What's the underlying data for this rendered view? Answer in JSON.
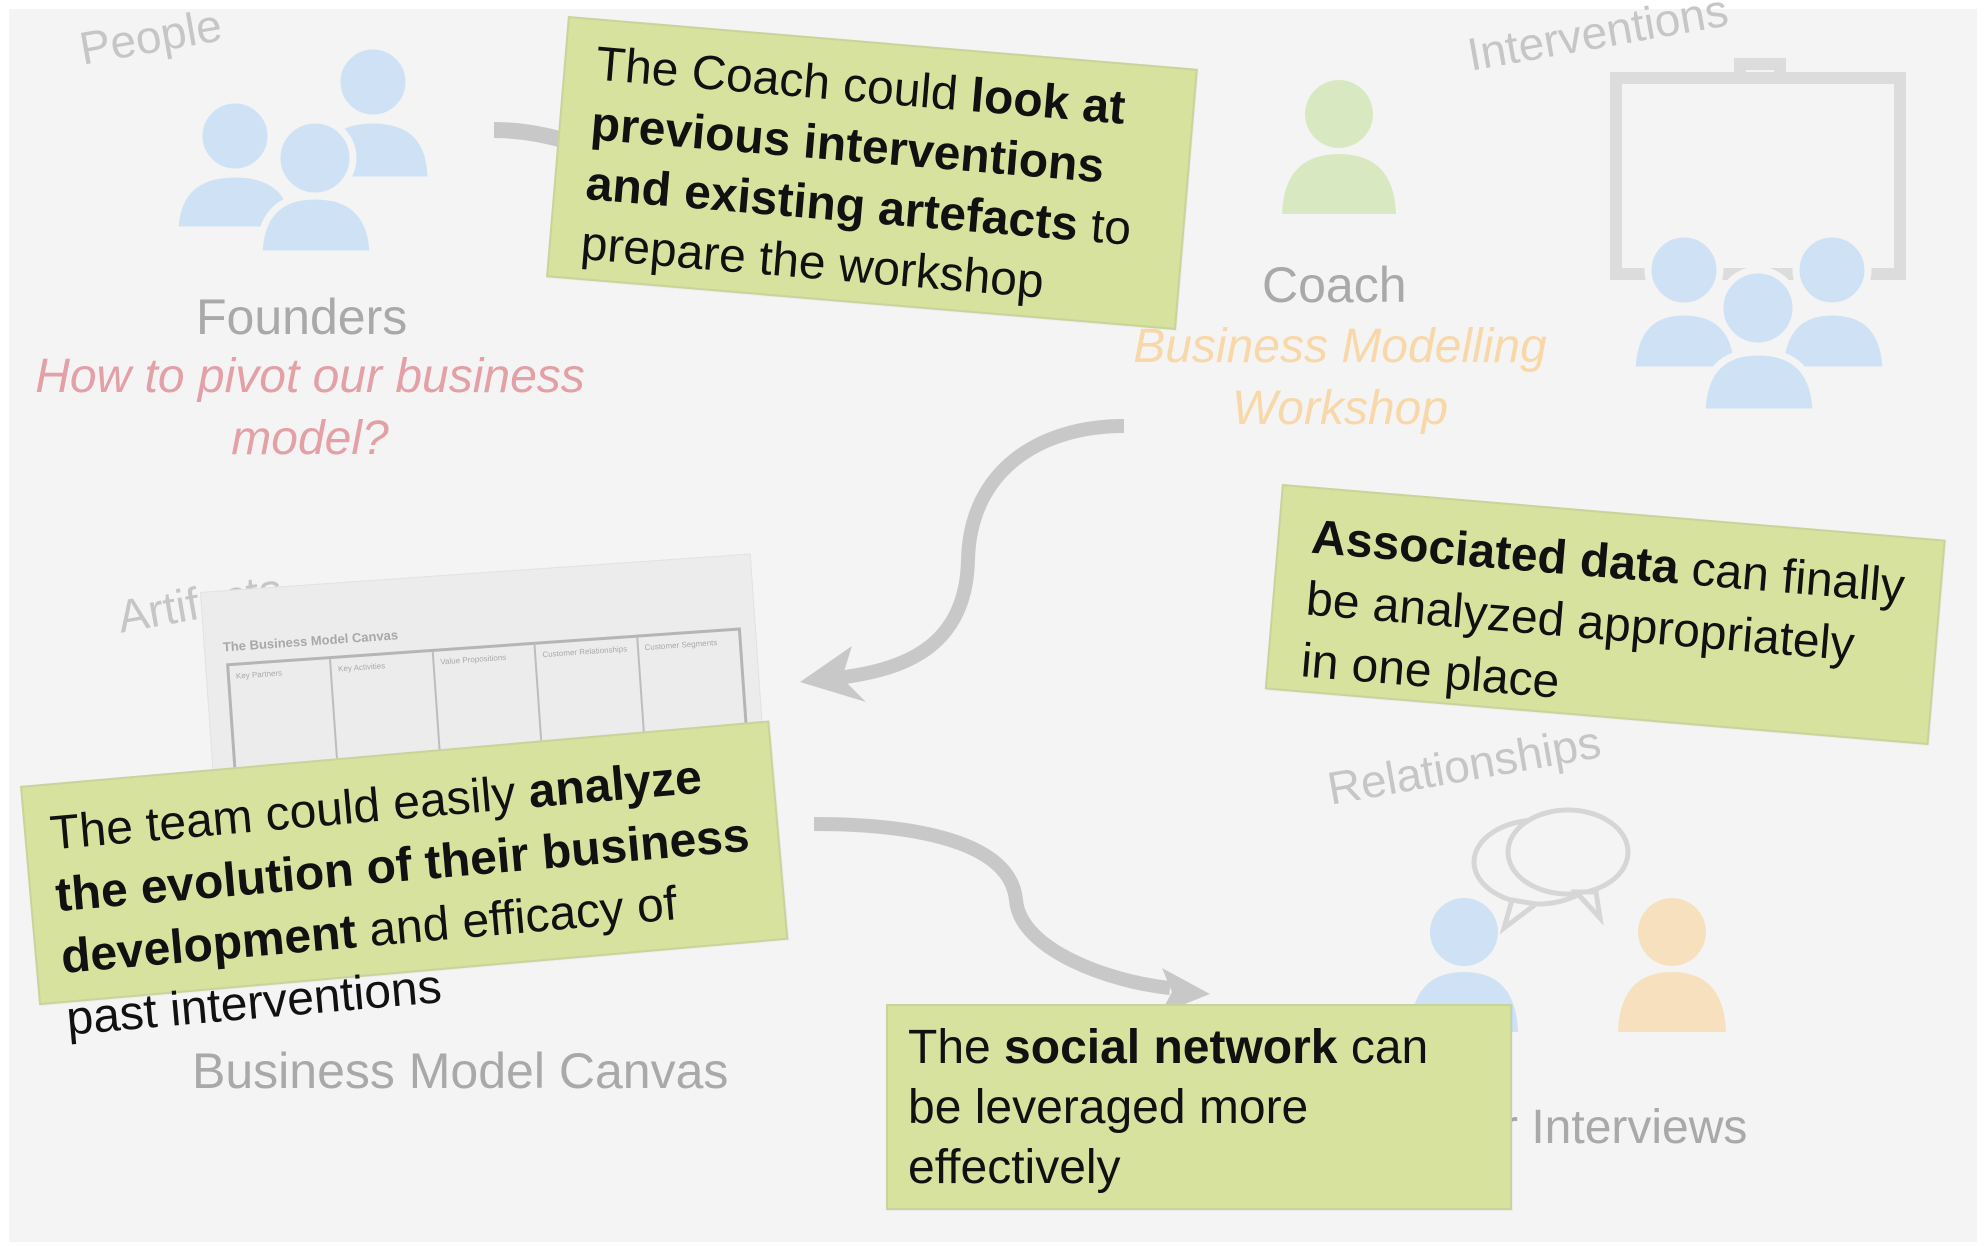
{
  "categories": {
    "people": "People",
    "interventions": "Interventions",
    "artifacts": "Artifacts",
    "relationships": "Relationships"
  },
  "labels": {
    "founders": "Founders",
    "founders_question_line1": "How to pivot our business",
    "founders_question_line2": "model?",
    "coach": "Coach",
    "workshop_line1": "Business Modelling",
    "workshop_line2": "Workshop",
    "canvas": "Business Model Canvas",
    "interviews": "r Interviews"
  },
  "canvas_thumbnail": {
    "title": "The Business Model Canvas",
    "columns": [
      "Key Partners",
      "Key Activities",
      "Value Propositions",
      "Customer Relationships",
      "Customer Segments"
    ]
  },
  "notes": {
    "coach_note": {
      "p1": "The Coach could ",
      "b1": "look at previous interventions and existing artefacts",
      "p2": " to prepare the workshop"
    },
    "data_note": {
      "b1": "Associated data",
      "p1": " can finally be analyzed appropriately in one place"
    },
    "team_note": {
      "p1": "The team could easily ",
      "b1": "analyze the evolution of their business development",
      "p2": " and efficacy of past interventions"
    },
    "social_note": {
      "p1": "The ",
      "b1": "social network",
      "p2": " can be leveraged more effectively"
    }
  },
  "colors": {
    "note_fill": "#d7e29e",
    "person_blue": "#cfe1f5",
    "person_green": "#d8e9c2",
    "person_orange": "#f6e0bd",
    "arrow_gray": "#c8c8c8"
  }
}
